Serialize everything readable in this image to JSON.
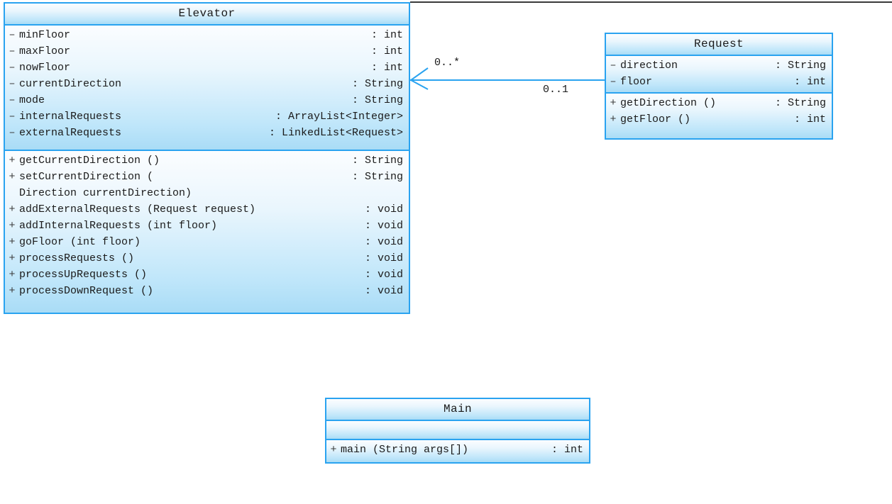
{
  "diagram": {
    "type": "uml-class-diagram",
    "background": "#ffffff",
    "border_color": "#2aa3f0",
    "fill_top": "#fbfdff",
    "fill_bottom": "#a9dcf6",
    "text_color": "#1a1a1a"
  },
  "classes": {
    "elevator": {
      "name": "Elevator",
      "attributes": [
        {
          "visibility": "–",
          "signature": "minFloor",
          "type": ": int"
        },
        {
          "visibility": "–",
          "signature": "maxFloor",
          "type": ": int"
        },
        {
          "visibility": "–",
          "signature": "nowFloor",
          "type": ": int"
        },
        {
          "visibility": "–",
          "signature": "currentDirection",
          "type": ": String"
        },
        {
          "visibility": "–",
          "signature": "mode",
          "type": ": String"
        },
        {
          "visibility": "–",
          "signature": "internalRequests",
          "type": ": ArrayList<Integer>"
        },
        {
          "visibility": "–",
          "signature": "externalRequests",
          "type": ": LinkedList<Request>"
        }
      ],
      "methods": [
        {
          "visibility": "+",
          "signature": "getCurrentDirection ()",
          "type": ": String",
          "continuation": null
        },
        {
          "visibility": "+",
          "signature": "setCurrentDirection (",
          "type": ": String",
          "continuation": "Direction currentDirection)"
        },
        {
          "visibility": "+",
          "signature": "addExternalRequests (Request request)",
          "type": ": void",
          "continuation": null
        },
        {
          "visibility": "+",
          "signature": "addInternalRequests (int floor)",
          "type": ": void",
          "continuation": null
        },
        {
          "visibility": "+",
          "signature": "goFloor (int floor)",
          "type": ": void",
          "continuation": null
        },
        {
          "visibility": "+",
          "signature": "processRequests ()",
          "type": ": void",
          "continuation": null
        },
        {
          "visibility": "+",
          "signature": "processUpRequests ()",
          "type": ": void",
          "continuation": null
        },
        {
          "visibility": "+",
          "signature": "processDownRequest ()",
          "type": ": void",
          "continuation": null
        }
      ]
    },
    "request": {
      "name": "Request",
      "attributes": [
        {
          "visibility": "–",
          "signature": "direction",
          "type": ": String"
        },
        {
          "visibility": "–",
          "signature": "floor",
          "type": ": int"
        }
      ],
      "methods": [
        {
          "visibility": "+",
          "signature": "getDirection ()",
          "type": ": String"
        },
        {
          "visibility": "+",
          "signature": "getFloor ()",
          "type": ": int"
        }
      ]
    },
    "main": {
      "name": "Main",
      "attributes": [],
      "methods": [
        {
          "visibility": "+",
          "signature": "main (String args[])",
          "type": ": int"
        }
      ]
    }
  },
  "associations": [
    {
      "from": "request",
      "to": "elevator",
      "source_multiplicity": "0..1",
      "target_multiplicity": "0..*",
      "arrow": "open"
    }
  ]
}
